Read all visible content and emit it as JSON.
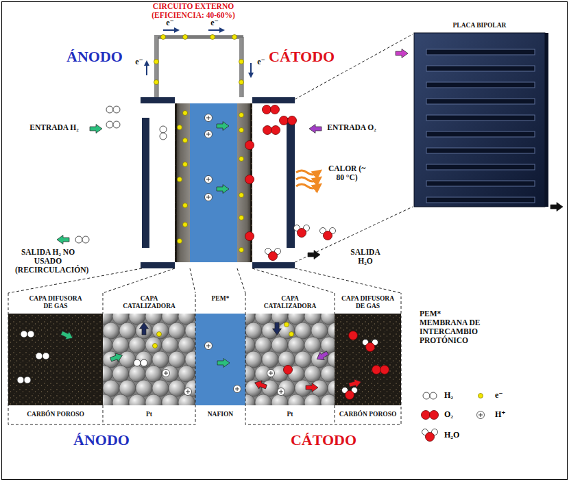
{
  "diagram": {
    "nodes": [
      {
        "text": [
          "PLACA BIPOLAR"
        ]
      },
      {
        "text": [
          "CAPA DIFUSORA DE GAS",
          "CARBÓN POROSO"
        ]
      },
      {
        "text": [
          "CAPA CATALIZADORA",
          "Pt"
        ]
      },
      {
        "text": [
          "PEM*",
          "NAFION"
        ]
      },
      {
        "text": [
          "CAPA CATALIZADORA",
          "Pt"
        ]
      },
      {
        "text": [
          "CAPA DIFUSORA DE GAS",
          "CARBÓN POROSO"
        ]
      }
    ],
    "labels": [
      "CIRCUITO EXTERNO (EFICIENCIA: 40-60%)",
      "e⁻",
      "e⁻",
      "ÁNODO",
      "e⁻",
      "CÁTODO",
      "e⁻",
      "ENTRADA H₂",
      "ENTRADA O₂",
      "CALOR (~ 80 °C)",
      "SALIDA H₂ NO USADO (RECIRCULACIÓN)",
      "SALIDA H₂O",
      "PEM* MEMBRANA DE INTERCAMBIO PROTÓNICO",
      "ÁNODO",
      "CÁTODO"
    ],
    "legend": [
      {
        "text": "H₂"
      },
      {
        "text": "e⁻"
      },
      {
        "text": "O₂"
      },
      {
        "text": "H⁺"
      },
      {
        "text": "H₂O"
      }
    ]
  }
}
